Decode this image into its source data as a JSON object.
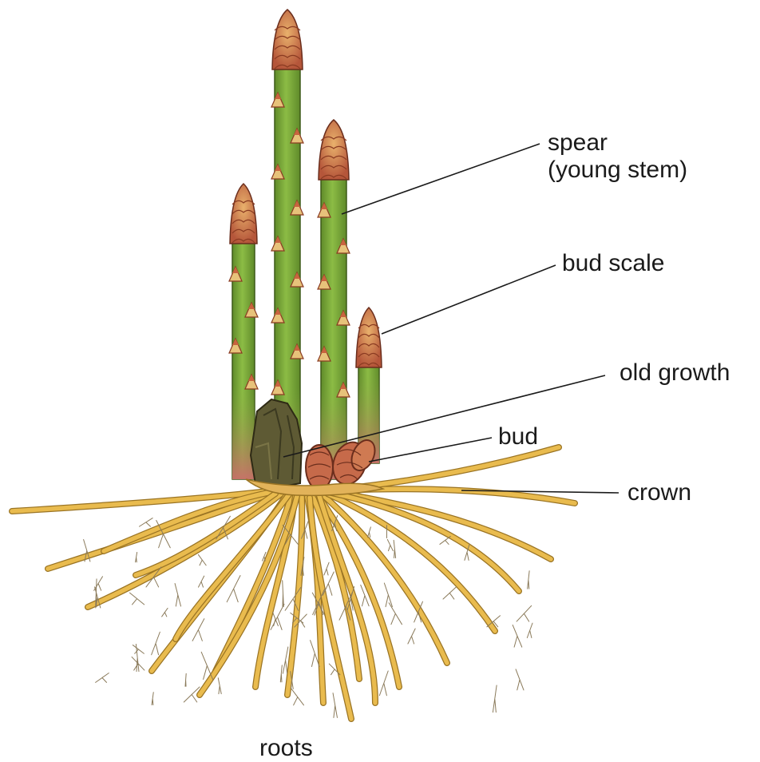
{
  "labels": {
    "spear_line1": "spear",
    "spear_line2": "(young stem)",
    "bud_scale": "bud scale",
    "old_growth": "old growth",
    "bud": "bud",
    "crown": "crown",
    "roots": "roots"
  },
  "colors": {
    "stem_green": "#7fae3c",
    "stem_dark": "#5f8a2a",
    "stem_base": "#c9706a",
    "tip": "#c8643f",
    "scale": "#e7c27a",
    "root": "#e9bb4e",
    "root_outline": "#9a7424",
    "old_growth": "#5e5a34",
    "bud": "#c66a4a",
    "leader": "#1a1a1a"
  }
}
